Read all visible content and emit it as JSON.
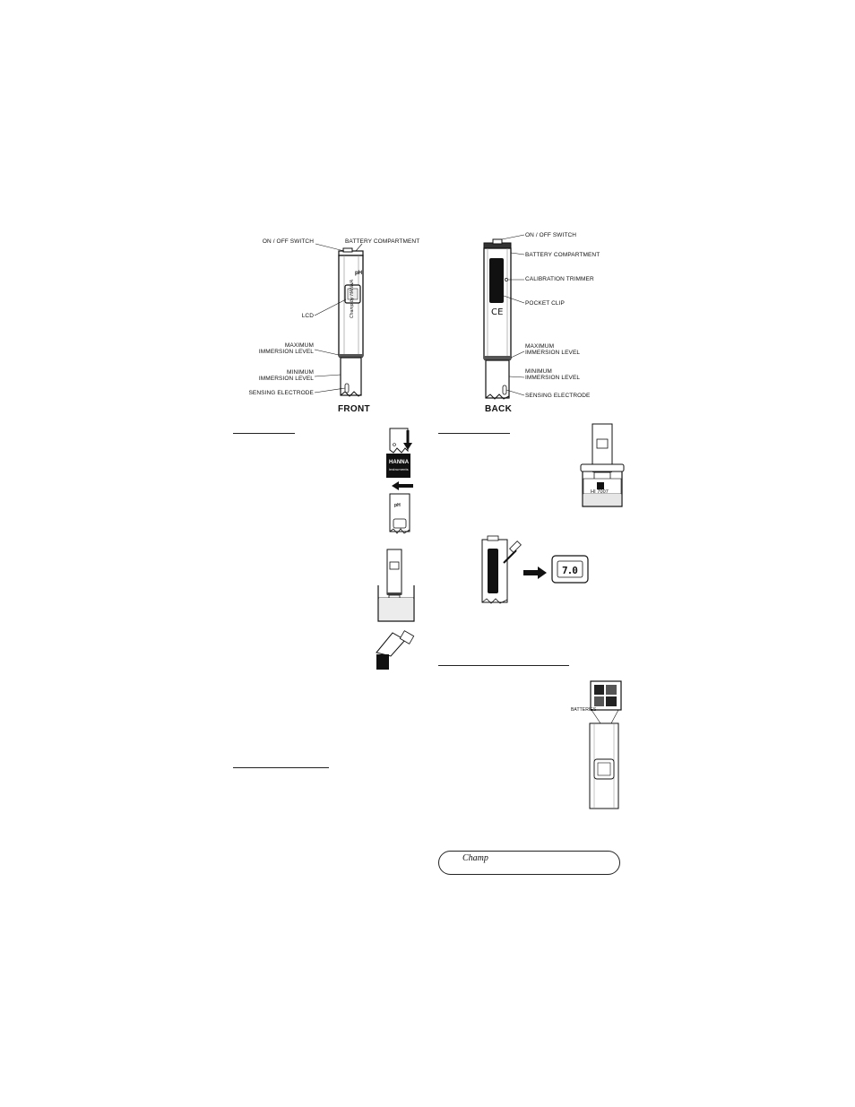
{
  "front": {
    "labels": {
      "on_off": "ON / OFF SWITCH",
      "battery": "BATTERY COMPARTMENT",
      "lcd": "LCD",
      "max_1": "MAXIMUM",
      "max_2": "IMMERSION LEVEL",
      "min_1": "MINIMUM",
      "min_2": "IMMERSION LEVEL",
      "sensing": "SENSING ELECTRODE"
    },
    "caption": "FRONT",
    "device": {
      "ph": "pH",
      "brand": "Champ by HANNA"
    }
  },
  "back": {
    "labels": {
      "on_off": "ON / OFF SWITCH",
      "battery": "BATTERY COMPARTMENT",
      "trimmer": "CALIBRATION TRIMMER",
      "clip": "POCKET CLIP",
      "max_1": "MAXIMUM",
      "max_2": "IMMERSION LEVEL",
      "min_1": "MINIMUM",
      "min_2": "IMMERSION LEVEL",
      "sensing": "SENSING ELECTRODE"
    },
    "caption": "BACK",
    "ce_mark": "CE"
  },
  "steps": {
    "sachet_brand_1": "HANNA",
    "sachet_brand_2": "instruments",
    "ph": "pH",
    "buffer_label": "HI 7007",
    "display_value": "7.0",
    "batteries_label": "BATTERIES"
  },
  "footer": {
    "champ": "Champ"
  }
}
